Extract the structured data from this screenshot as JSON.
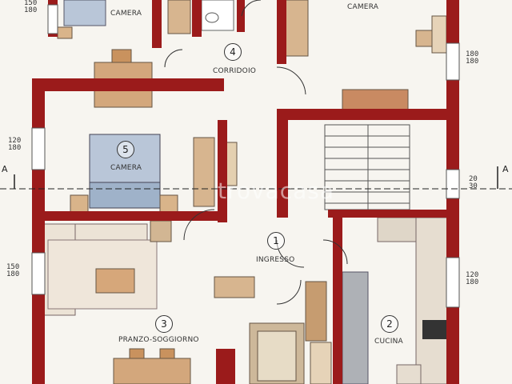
{
  "rooms": [
    {
      "number": "1",
      "name": "INGRESSO"
    },
    {
      "number": "2",
      "name": "CUCINA"
    },
    {
      "number": "3",
      "name": "PRANZO-SOGGIORNO"
    },
    {
      "number": "4",
      "name": "CORRIDOIO"
    },
    {
      "number": "5",
      "name": "CAMERA"
    }
  ],
  "top_left_room": {
    "name": "CAMERA"
  },
  "top_right_room": {
    "name": "CAMERA"
  },
  "window_dims": [
    {
      "w": "150",
      "h": "180"
    },
    {
      "w": "180",
      "h": "180"
    },
    {
      "w": "120",
      "h": "180"
    },
    {
      "w": "20",
      "h": "30"
    },
    {
      "w": "150",
      "h": "180"
    },
    {
      "w": "120",
      "h": "180"
    }
  ],
  "section_markers": {
    "left": "A",
    "right": "A"
  },
  "watermark": "trovacasa",
  "colors": {
    "wall": "#9b1b1b",
    "wall_dark": "#6e1010",
    "floor": "#f7f5f0",
    "furniture": "#c9a27a",
    "bed": "#b9c6d8"
  }
}
